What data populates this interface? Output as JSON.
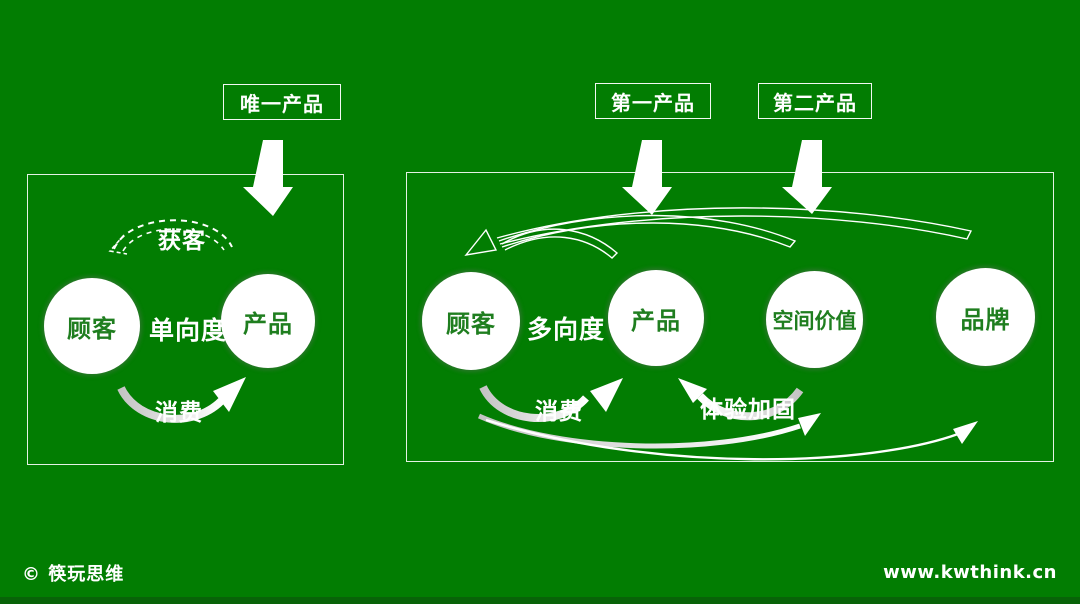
{
  "colors": {
    "background": "#027d02",
    "panel_border": "#e4f1e4",
    "circle_fill": "#ffffff",
    "circle_text_green": "#1f7e1f",
    "white_text": "#ffffff",
    "arrow_gray": "#c8c8c8"
  },
  "left_panel": {
    "top_label": "唯一产品",
    "acquire_label": "获客",
    "relation_label": "单向度",
    "consume_label": "消费",
    "circles": [
      {
        "label": "顾客"
      },
      {
        "label": "产品"
      }
    ]
  },
  "right_panel": {
    "top_labels": [
      "第一产品",
      "第二产品"
    ],
    "relation_label": "多向度",
    "consume_label": "消费",
    "reinforce_label": "体验加固",
    "circles": [
      {
        "label": "顾客"
      },
      {
        "label": "产品"
      },
      {
        "label": "空间价值"
      },
      {
        "label": "品牌"
      }
    ]
  },
  "footer": {
    "copyright": "© 筷玩思维",
    "website": "www.kwthink.cn"
  }
}
